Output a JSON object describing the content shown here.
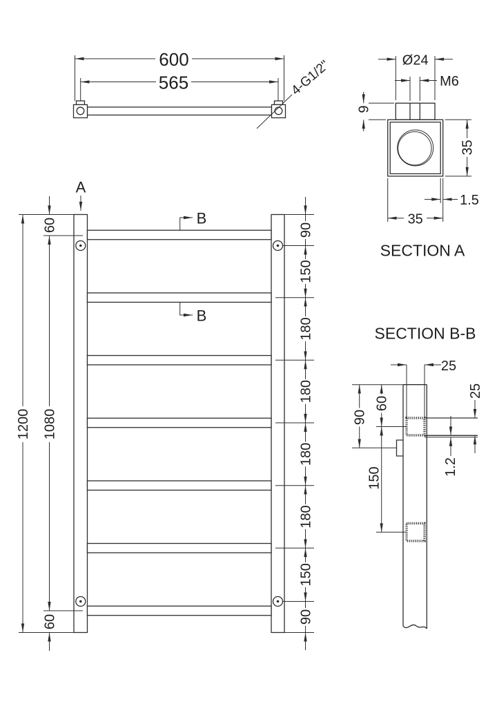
{
  "top_view": {
    "dim_overall": "600",
    "dim_centers": "565",
    "note_threads": "4-G1/2\""
  },
  "section_a": {
    "title": "SECTION A",
    "dim_boss_dia": "Ø24",
    "dim_thread": "M6",
    "dim_boss_height": "9",
    "dim_height": "35",
    "dim_wall": "1.5",
    "dim_width": "35"
  },
  "front_view": {
    "cut_label_a": "A",
    "cut_label_b_top": "B",
    "cut_label_b_mid": "B",
    "dim_overall_height": "1200",
    "dim_hole_span": "1080",
    "dim_top_offset": "60",
    "dim_bottom_offset": "60",
    "chain": [
      "90",
      "150",
      "180",
      "180",
      "180",
      "180",
      "150",
      "90"
    ]
  },
  "section_bb": {
    "title": "SECTION B-B",
    "dim_bar_width": "25",
    "dim_bar_height": "25",
    "dim_wall": "1.2",
    "dim_top_to_hole": "90",
    "dim_top_to_bar": "60",
    "dim_bar_pitch": "150"
  },
  "colors": {
    "line": "#2d2d2d",
    "background": "#ffffff"
  }
}
